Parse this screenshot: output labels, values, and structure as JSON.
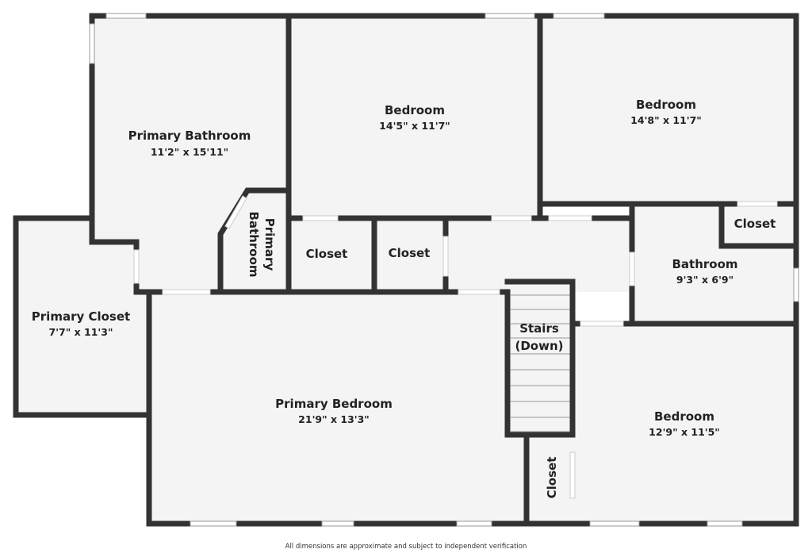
{
  "rooms": {
    "primary_bathroom": {
      "name": "Primary Bathroom",
      "dim": "11'2\" x 15'11\""
    },
    "bedroom_1": {
      "name": "Bedroom",
      "dim": "14'5\" x 11'7\""
    },
    "bedroom_2": {
      "name": "Bedroom",
      "dim": "14'8\" x 11'7\""
    },
    "primary_bathroom_small": {
      "name_line1": "Primary",
      "name_line2": "Bathroom"
    },
    "closet_1": {
      "name": "Closet"
    },
    "closet_2": {
      "name": "Closet"
    },
    "closet_3": {
      "name": "Closet"
    },
    "closet_4": {
      "name": "Closet"
    },
    "bathroom": {
      "name": "Bathroom",
      "dim": "9'3\" x 6'9\""
    },
    "primary_closet": {
      "name": "Primary Closet",
      "dim": "7'7\" x 11'3\""
    },
    "stairs": {
      "name_line1": "Stairs",
      "name_line2": "(Down)"
    },
    "primary_bedroom": {
      "name": "Primary Bedroom",
      "dim": "21'9\" x 13'3\""
    },
    "bedroom_3": {
      "name": "Bedroom",
      "dim": "12'9\" x 11'5\""
    }
  },
  "footer": "All dimensions are approximate and subject to independent verification",
  "colors": {
    "wall": "#333333",
    "floor": "#f4f4f4"
  }
}
